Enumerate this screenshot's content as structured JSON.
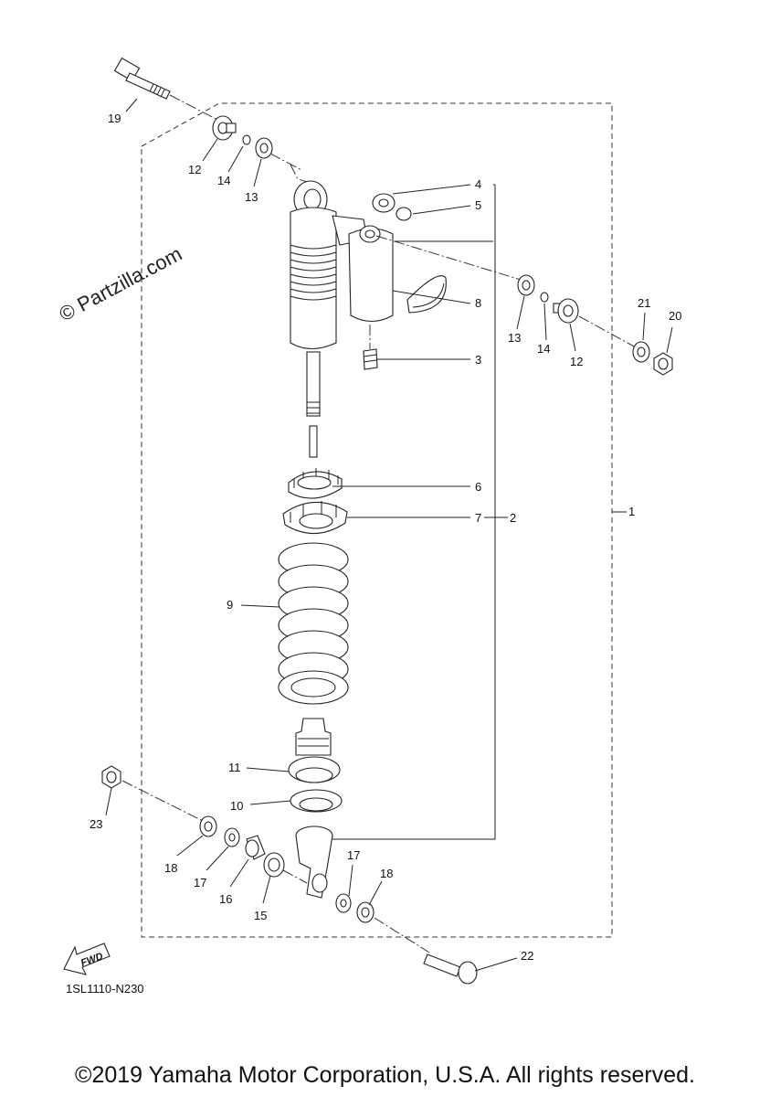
{
  "diagram": {
    "watermark": "© Partzilla.com",
    "drawing_code": "1SL1110-N230",
    "fwd_label": "FWD",
    "callouts": [
      {
        "id": "c19a",
        "label": "19"
      },
      {
        "id": "c12a",
        "label": "12"
      },
      {
        "id": "c14a",
        "label": "14"
      },
      {
        "id": "c13a",
        "label": "13"
      },
      {
        "id": "c4",
        "label": "4"
      },
      {
        "id": "c5",
        "label": "5"
      },
      {
        "id": "c8",
        "label": "8"
      },
      {
        "id": "c3",
        "label": "3"
      },
      {
        "id": "c13b",
        "label": "13"
      },
      {
        "id": "c14b",
        "label": "14"
      },
      {
        "id": "c12b",
        "label": "12"
      },
      {
        "id": "c21",
        "label": "21"
      },
      {
        "id": "c20",
        "label": "20"
      },
      {
        "id": "c6",
        "label": "6"
      },
      {
        "id": "c7",
        "label": "7"
      },
      {
        "id": "c2",
        "label": "2"
      },
      {
        "id": "c1",
        "label": "1"
      },
      {
        "id": "c9",
        "label": "9"
      },
      {
        "id": "c11",
        "label": "11"
      },
      {
        "id": "c10",
        "label": "10"
      },
      {
        "id": "c23",
        "label": "23"
      },
      {
        "id": "c18a",
        "label": "18"
      },
      {
        "id": "c17a",
        "label": "17"
      },
      {
        "id": "c16",
        "label": "16"
      },
      {
        "id": "c15",
        "label": "15"
      },
      {
        "id": "c17b",
        "label": "17"
      },
      {
        "id": "c18b",
        "label": "18"
      },
      {
        "id": "c22",
        "label": "22"
      }
    ]
  },
  "footer": {
    "copyright": "©2019 Yamaha Motor Corporation, U.S.A. All rights reserved."
  }
}
